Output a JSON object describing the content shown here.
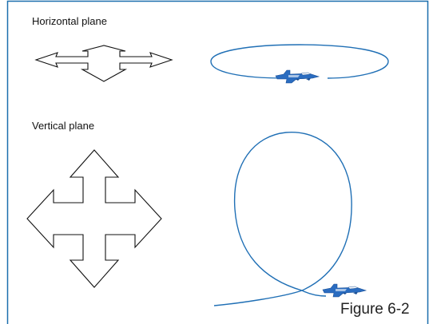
{
  "labels": {
    "horizontal_plane": "Horizontal plane",
    "vertical_plane": "Vertical plane",
    "figure_caption": "Figure 6-2"
  },
  "colors": {
    "border": "#1b6fae",
    "path": "#1f6fb5",
    "arrow_stroke": "#111111",
    "aircraft": "#2a6cc0"
  },
  "icons": {
    "horizontal_arrows": "four-way-flat-arrow-icon",
    "vertical_arrows": "four-way-cross-arrow-icon",
    "aircraft": "fighter-jet-icon"
  }
}
